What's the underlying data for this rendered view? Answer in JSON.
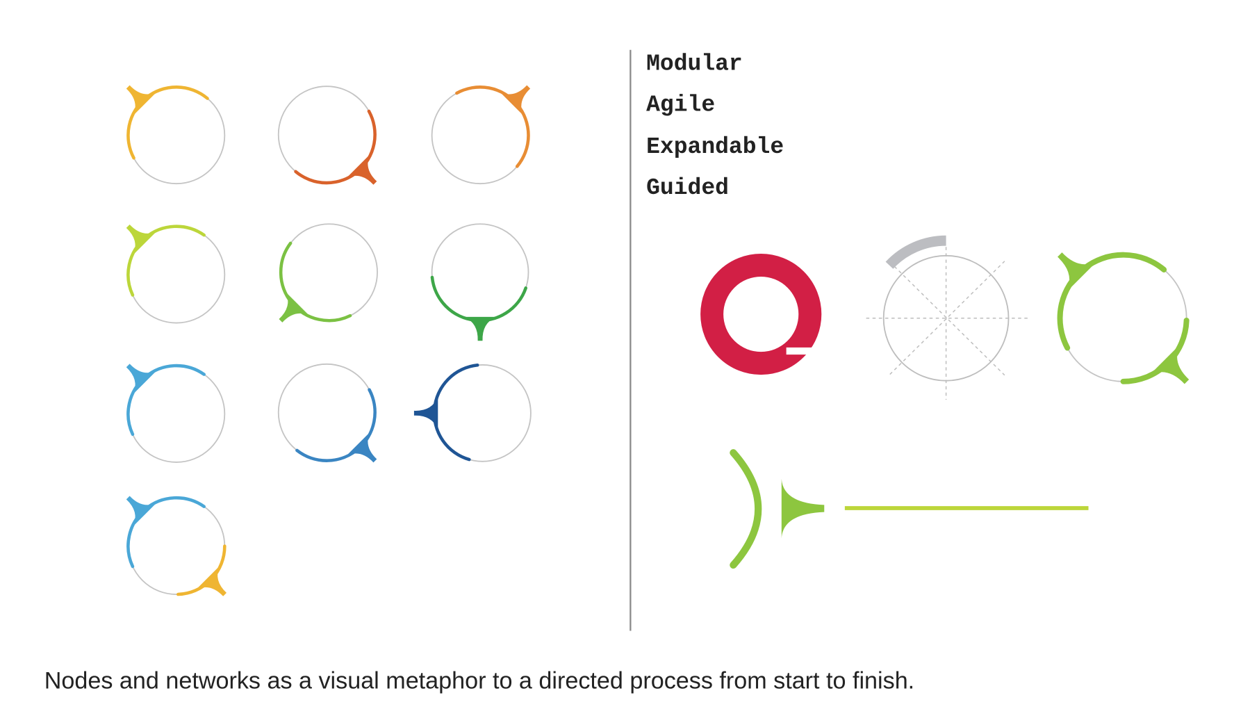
{
  "keywords": [
    "Modular",
    "Agile",
    "Expandable",
    "Guided"
  ],
  "caption": "Nodes and networks as a visual metaphor to a directed process from start to finish.",
  "colors": {
    "ring": "#c4c4c4",
    "yellow": "#efb532",
    "red_orange": "#d9622b",
    "orange": "#e88d34",
    "lime": "#bcd63a",
    "green": "#7bc143",
    "dark_green": "#3da648",
    "light_blue": "#4aa7d7",
    "blue": "#3a85c2",
    "navy": "#1f5595",
    "logo_red": "#d21f45",
    "guide_gray": "#bcbdc1",
    "accent_green": "#8dc63f"
  }
}
